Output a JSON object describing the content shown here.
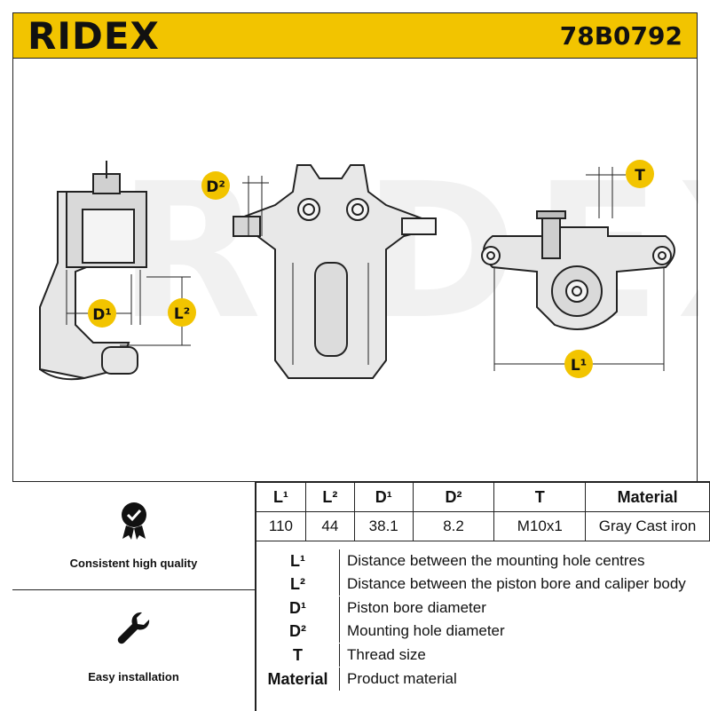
{
  "header": {
    "brand": "RIDEX",
    "part_number": "78B0792"
  },
  "drawing": {
    "watermark": "RIDEX",
    "labels": {
      "d1": "D¹",
      "l2": "L²",
      "d2": "D²",
      "t": "T",
      "l1": "L¹"
    }
  },
  "features": [
    {
      "label": "Consistent high quality",
      "icon": "quality-badge-icon"
    },
    {
      "label": "Easy installation",
      "icon": "wrench-icon"
    }
  ],
  "specs": {
    "headers": [
      "L¹",
      "L²",
      "D¹",
      "D²",
      "T",
      "Material"
    ],
    "values": [
      "110",
      "44",
      "38.1",
      "8.2",
      "M10x1",
      "Gray Cast iron"
    ]
  },
  "legend": [
    {
      "key": "L¹",
      "desc": "Distance between the mounting hole centres"
    },
    {
      "key": "L²",
      "desc": "Distance between the piston bore and caliper body"
    },
    {
      "key": "D¹",
      "desc": "Piston bore diameter"
    },
    {
      "key": "D²",
      "desc": "Mounting hole diameter"
    },
    {
      "key": "T",
      "desc": "Thread size"
    },
    {
      "key": "Material",
      "desc": "Product material"
    }
  ],
  "colors": {
    "accent": "#f2c400",
    "line": "#222222"
  }
}
